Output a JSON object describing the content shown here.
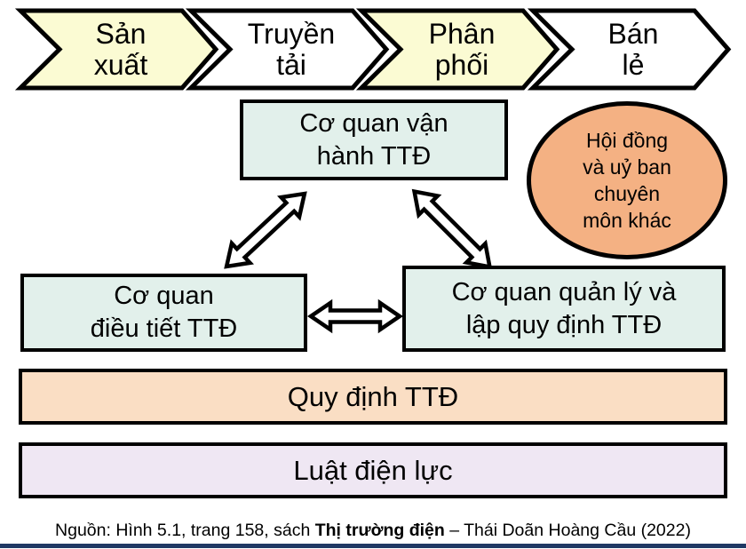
{
  "colors": {
    "chevron_yellow": "#FBFBD3",
    "chevron_white": "#FFFFFF",
    "box_mint": "#E2F0EB",
    "ellipse_orange": "#F4B183",
    "rules_bar_peach": "#FADEC4",
    "law_bar_lavender": "#EFE7F3",
    "outline_black": "#000000",
    "footer_bar_navy": "#1F3864"
  },
  "chevrons": [
    {
      "lines": [
        "Sản",
        "xuất"
      ],
      "fill": "#FBFBD3"
    },
    {
      "lines": [
        "Truyền",
        "tải"
      ],
      "fill": "#FFFFFF"
    },
    {
      "lines": [
        "Phân",
        "phối"
      ],
      "fill": "#FBFBD3"
    },
    {
      "lines": [
        "Bán",
        "lẻ"
      ],
      "fill": "#FFFFFF"
    }
  ],
  "boxes": {
    "operator": {
      "lines": [
        "Cơ quan vận",
        "hành TTĐ"
      ]
    },
    "council": {
      "lines": [
        "Hội đồng",
        "và uỷ ban",
        "chuyên",
        "môn khác"
      ]
    },
    "regulator": {
      "lines": [
        "Cơ quan",
        "điều tiết TTĐ"
      ]
    },
    "policy": {
      "lines": [
        "Cơ quan quản lý và",
        "lập quy định TTĐ"
      ]
    },
    "rules": {
      "label": "Quy định TTĐ"
    },
    "law": {
      "label": "Luật điện lực"
    }
  },
  "caption": {
    "prefix": "Nguồn: Hình 5.1, trang 158, sách ",
    "book_title": "Thị trường điện",
    "suffix": " – Thái Doãn Hoàng Cầu (2022)"
  }
}
